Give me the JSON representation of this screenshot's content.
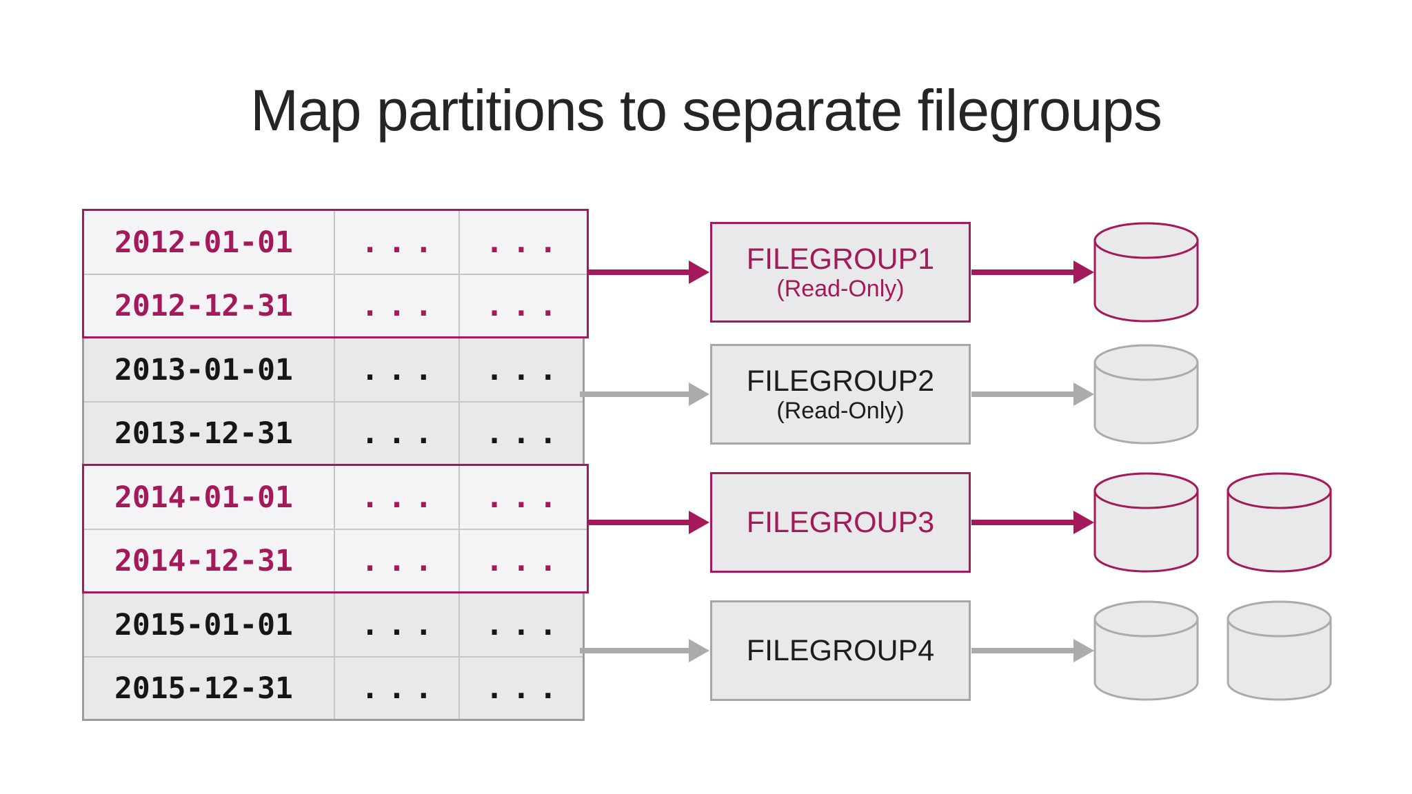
{
  "title": "Map partitions to separate filegroups",
  "colors": {
    "accent": "#a3195a",
    "muted_gray": "#ababab",
    "dark_text": "#1d1d1d",
    "highlight_row_bg": "#f4f3f6",
    "row_bg": "#e9e8ea"
  },
  "table": {
    "groups": [
      {
        "highlighted": true,
        "rows": [
          {
            "date": "2012-01-01",
            "col2": "...",
            "col3": "..."
          },
          {
            "date": "2012-12-31",
            "col2": "...",
            "col3": "..."
          }
        ]
      },
      {
        "highlighted": false,
        "rows": [
          {
            "date": "2013-01-01",
            "col2": "...",
            "col3": "..."
          },
          {
            "date": "2013-12-31",
            "col2": "...",
            "col3": "..."
          }
        ]
      },
      {
        "highlighted": true,
        "rows": [
          {
            "date": "2014-01-01",
            "col2": "...",
            "col3": "..."
          },
          {
            "date": "2014-12-31",
            "col2": "...",
            "col3": "..."
          }
        ]
      },
      {
        "highlighted": false,
        "rows": [
          {
            "date": "2015-01-01",
            "col2": "...",
            "col3": "..."
          },
          {
            "date": "2015-12-31",
            "col2": "...",
            "col3": "..."
          }
        ]
      }
    ]
  },
  "filegroups": [
    {
      "name": "FILEGROUP1",
      "subtitle": "(Read-Only)",
      "highlighted": true,
      "cylinder_count": 1
    },
    {
      "name": "FILEGROUP2",
      "subtitle": "(Read-Only)",
      "highlighted": false,
      "cylinder_count": 1
    },
    {
      "name": "FILEGROUP3",
      "subtitle": "",
      "highlighted": true,
      "cylinder_count": 2
    },
    {
      "name": "FILEGROUP4",
      "subtitle": "",
      "highlighted": false,
      "cylinder_count": 2
    }
  ]
}
